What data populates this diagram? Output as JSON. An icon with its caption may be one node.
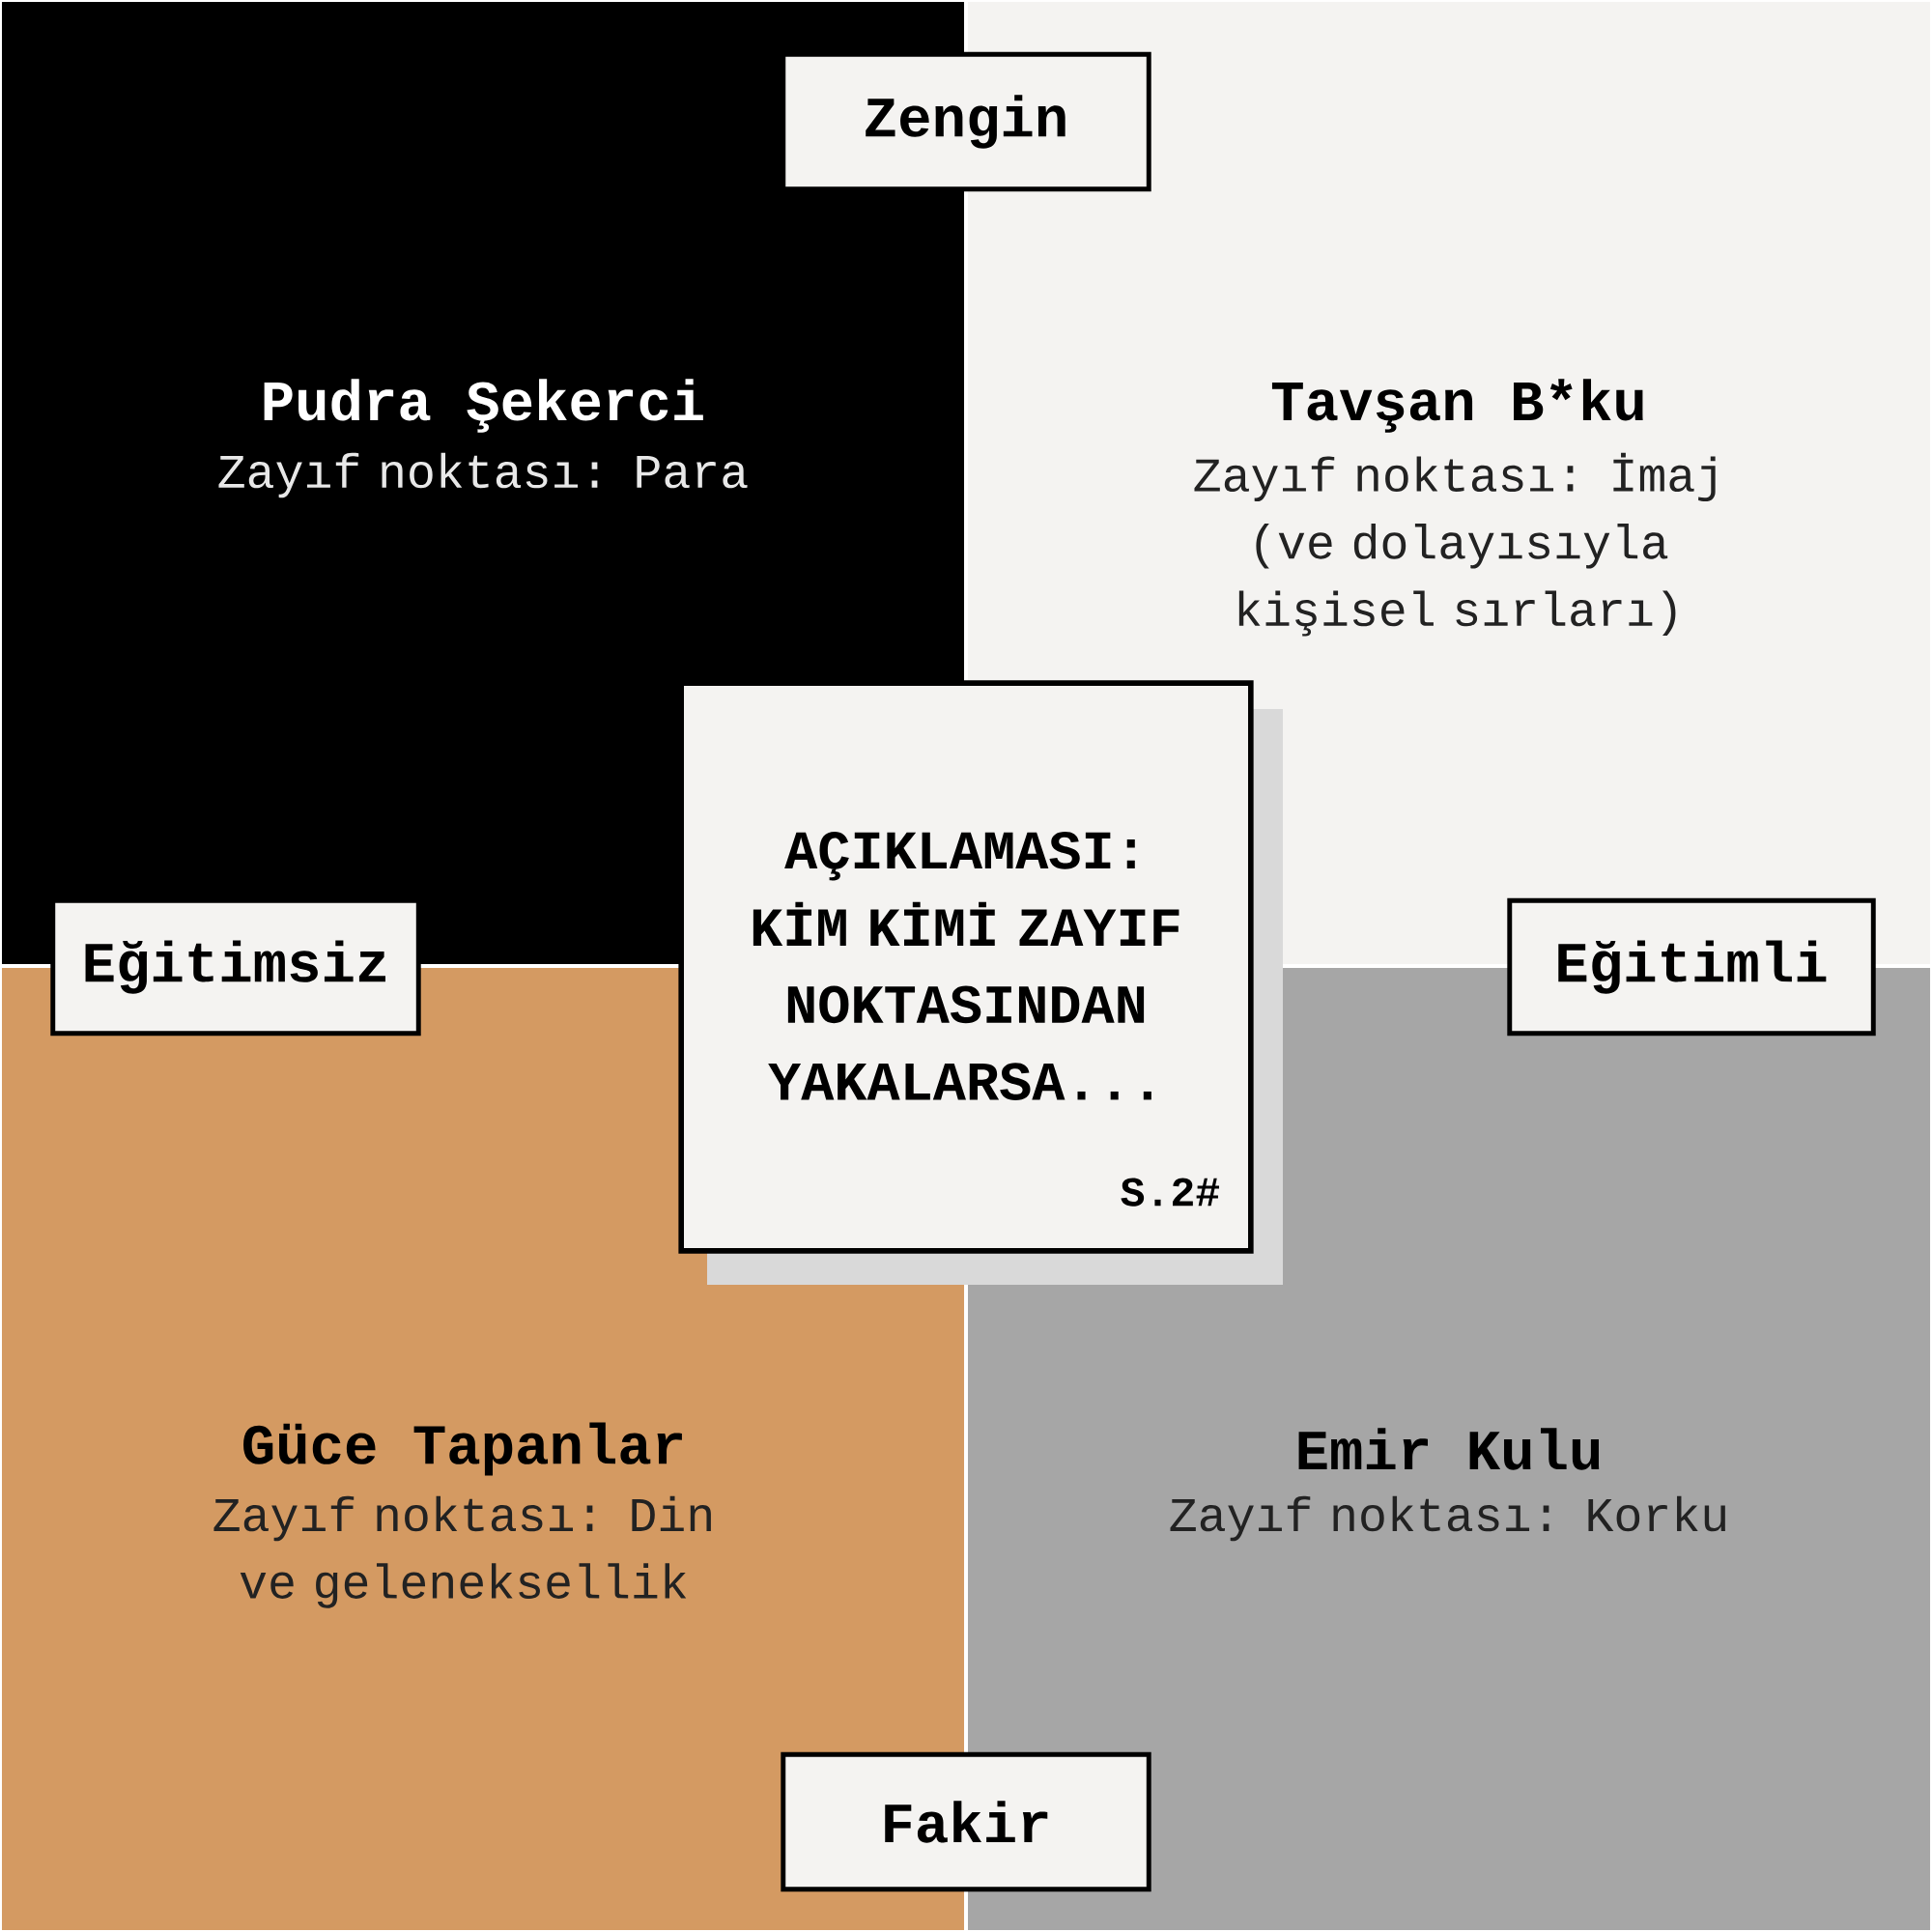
{
  "diagram": {
    "nodes": [
      {
        "text": [
          "Zengin"
        ]
      },
      {
        "text": [
          "Pudra Şekerci",
          "Zayıf noktası: Para"
        ]
      },
      {
        "text": [
          "Tavşan B*ku",
          "Zayıf noktası: İmaj (ve dolayısıyla kişisel sırları)"
        ]
      },
      {
        "text": [
          "AÇIKLAMASI: KİM KİMİ ZAYIF NOKTASINDAN YAKALARSA...",
          "S.2#"
        ]
      },
      {
        "text": [
          "Eğitimsiz"
        ]
      },
      {
        "text": [
          "Eğitimli"
        ]
      },
      {
        "text": [
          "Güce Tapanlar",
          "Zayıf noktası: Din ve geleneksellik"
        ]
      },
      {
        "text": [
          "Emir Kulu",
          "Zayıf noktası: Korku"
        ]
      },
      {
        "text": [
          "Fakir"
        ]
      }
    ]
  }
}
